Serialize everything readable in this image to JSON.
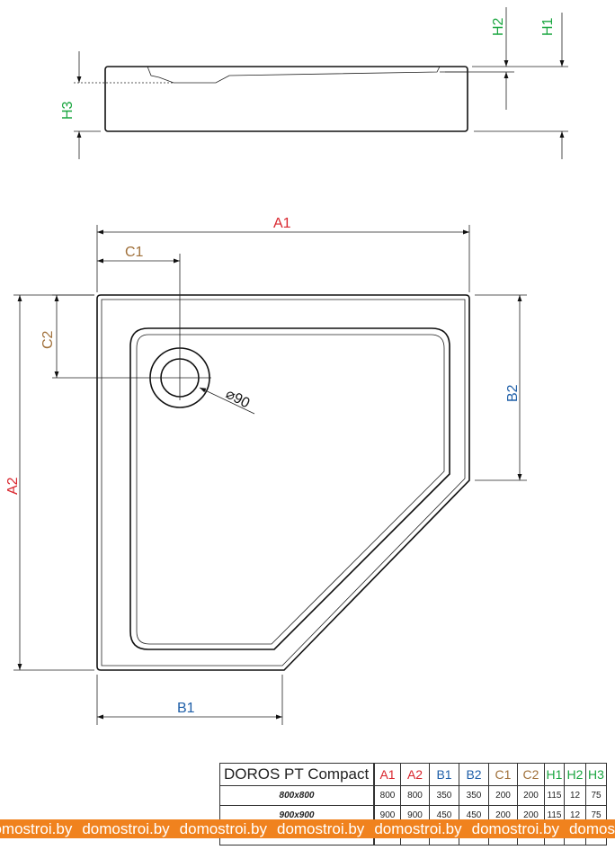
{
  "colors": {
    "a": "#d9262e",
    "b": "#1f5fa8",
    "c": "#a0703a",
    "h": "#1aa640",
    "watermark": "#f0821e"
  },
  "labels": {
    "A1": "A1",
    "A2": "A2",
    "B1": "B1",
    "B2": "B2",
    "C1": "C1",
    "C2": "C2",
    "H1": "H1",
    "H2": "H2",
    "H3": "H3",
    "drain": "⌀90"
  },
  "table": {
    "title": "DOROS PT Compact",
    "headers": [
      "A1",
      "A2",
      "B1",
      "B2",
      "C1",
      "C2",
      "H1",
      "H2",
      "H3"
    ],
    "rows": [
      {
        "model": "800x800",
        "values": [
          "800",
          "800",
          "350",
          "350",
          "200",
          "200",
          "115",
          "12",
          "75"
        ]
      },
      {
        "model": "900x900",
        "values": [
          "900",
          "900",
          "450",
          "450",
          "200",
          "200",
          "115",
          "12",
          "75"
        ]
      }
    ]
  },
  "watermark": [
    "domostroi.by",
    "domostroi.by",
    "domostroi.by",
    "domostroi.by",
    "domostroi.by",
    "domostroi.by",
    "domostroi.by"
  ]
}
